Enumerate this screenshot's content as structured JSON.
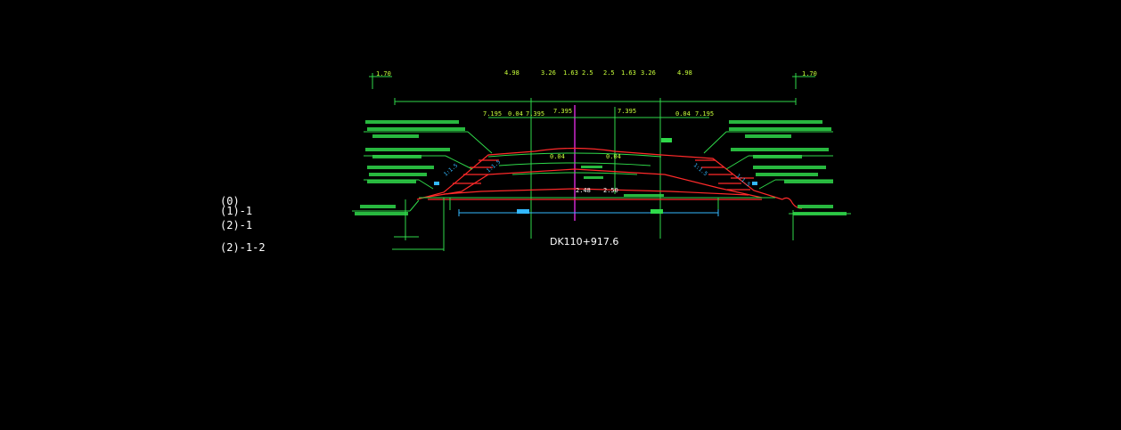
{
  "left_labels": [
    "(0)",
    "(1)-1",
    "(2)-1",
    "(2)-1-2"
  ],
  "station": "DK110+917.6",
  "top_dims": [
    "4.98",
    "3.26",
    "1.63",
    "2.5",
    "2.5",
    "1.63",
    "3.26",
    "4.98"
  ],
  "second_dims": [
    "7.195",
    "0.04",
    "7.395",
    "7.395",
    "7.395",
    "0.04",
    "7.195"
  ],
  "elev_left": "1.70",
  "elev_right": "1.70",
  "mid_values": [
    "0.04",
    "0.04",
    "2.48",
    "2.50"
  ],
  "side_marks": [
    "1:1.5",
    "1:1.5",
    "1:1.5",
    "1:1.5"
  ],
  "colors": {
    "background": "#000000",
    "green": "#2fd94a",
    "red": "#ff2a2a",
    "yellow_green": "#c8ff3a",
    "cyan": "#33b8ff",
    "magenta": "#ff33ff",
    "white": "#ffffff"
  }
}
